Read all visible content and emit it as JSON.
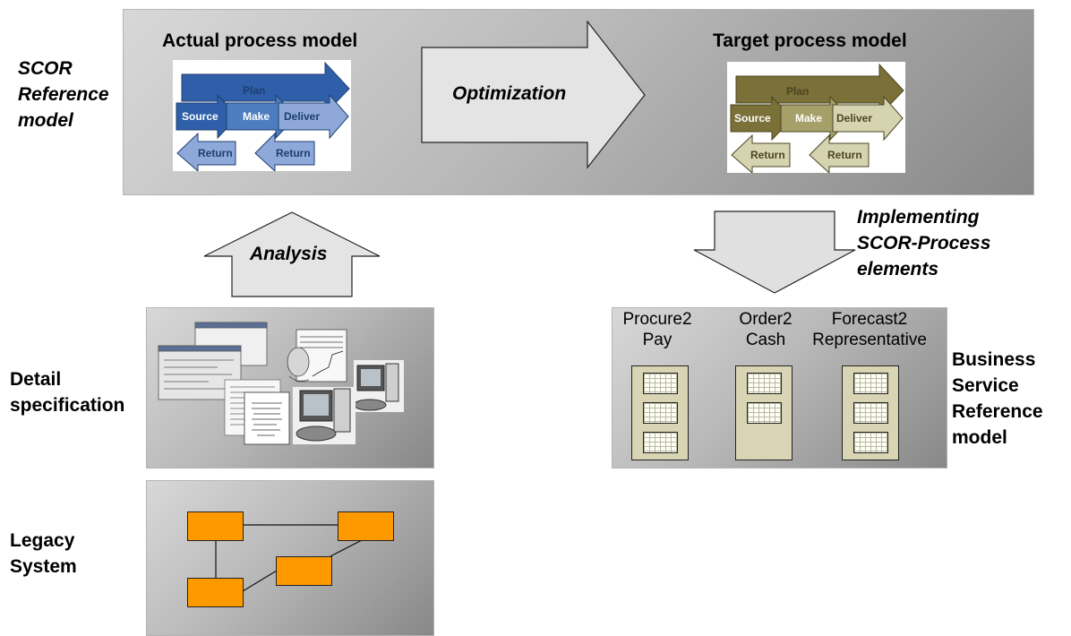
{
  "scor": {
    "label_lines": [
      "SCOR",
      "Reference",
      "model"
    ],
    "actual_title": "Actual process model",
    "target_title": "Target process model",
    "optimization_label": "Optimization",
    "cycle": {
      "plan": "Plan",
      "source": "Source",
      "make": "Make",
      "deliver": "Deliver",
      "return_1": "Return",
      "return_2": "Return"
    },
    "actual_colors": [
      "#2e5fa8",
      "#4d7dbf",
      "#8ea9d9"
    ],
    "target_colors": [
      "#7a7038",
      "#a4a068",
      "#d6d4b0"
    ]
  },
  "analysis_label": "Analysis",
  "implementing_lines": [
    "Implementing",
    "SCOR-Process",
    "elements"
  ],
  "detail": {
    "label_lines": [
      "Detail",
      "specification"
    ]
  },
  "legacy": {
    "label_lines": [
      "Legacy",
      "System"
    ],
    "node_color": "#ff9900"
  },
  "business": {
    "label_lines": [
      "Business",
      "Service",
      "Reference",
      "model"
    ],
    "services": [
      {
        "line1": "Procure2",
        "line2": "Pay",
        "cells": 3
      },
      {
        "line1": "Order2",
        "line2": "Cash",
        "cells": 2
      },
      {
        "line1": "Forecast2",
        "line2": "Representative",
        "cells": 3
      }
    ]
  }
}
